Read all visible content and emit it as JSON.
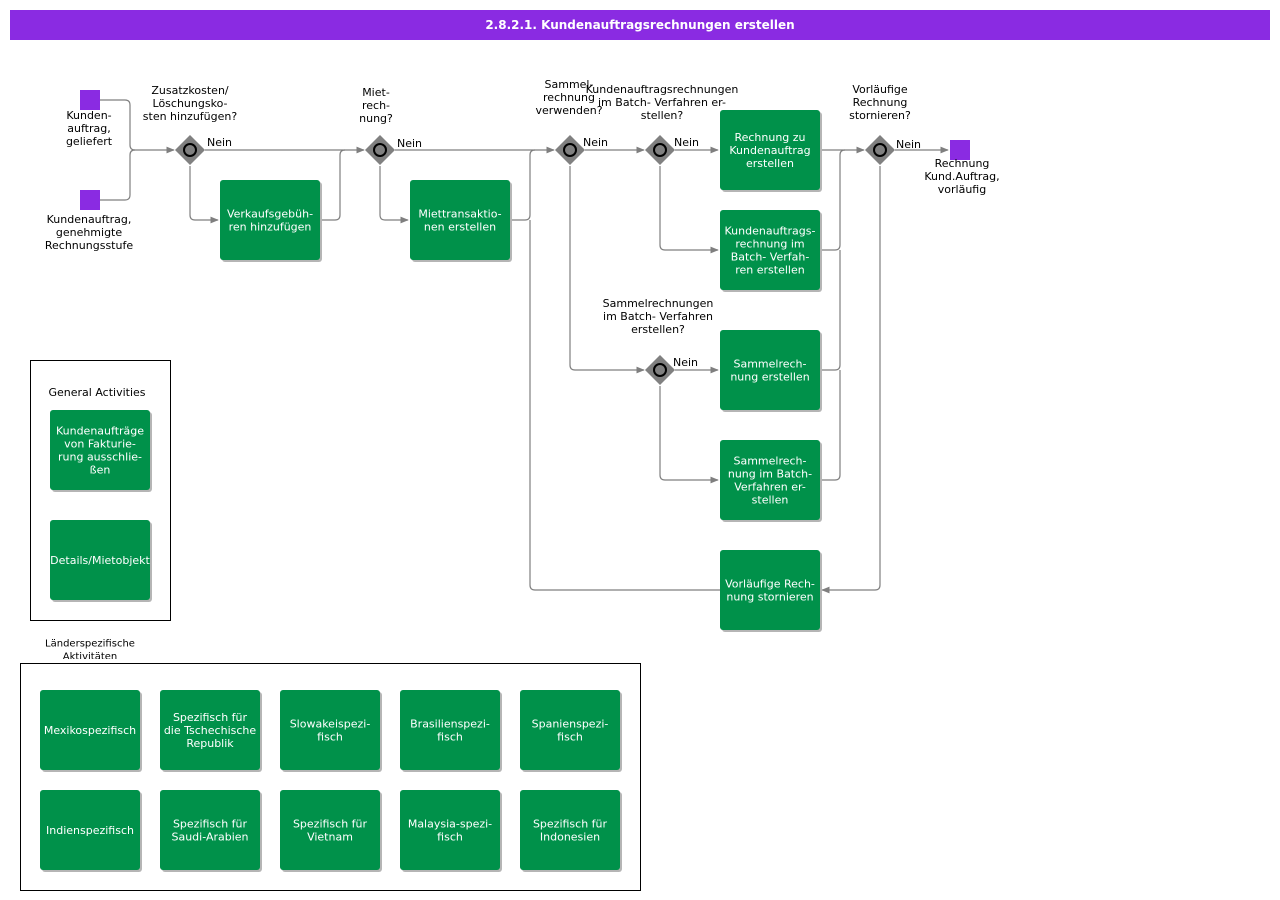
{
  "title": "2.8.2.1. Kundenauftragsrechnungen erstellen",
  "events": {
    "start1": "Kunden-|auftrag,|geliefert",
    "start2": "Kundenauftrag,|genehmigte|Rechnungsstufe",
    "end": "Rechnung|Kund.Auftrag,|vorläufig"
  },
  "gateways": {
    "g1": "Zusatzkosten/|Löschungsko-|sten hinzufügen?",
    "g2": "Miet-|rech-|nung?",
    "g3": "Sammel-|rechnung|verwenden?",
    "g4": "Kundenauftragsrechnungen|im Batch- Verfahren   er-|stellen?",
    "g5": "Sammelrechnungen|im Batch- Verfahren|erstellen?",
    "g6": "Vorläufige|Rechnung|stornieren?"
  },
  "flow_label": "Nein",
  "activities": {
    "a1": "Verkaufsgebüh-|ren hinzufügen",
    "a2": "Miettransaktio-|nen erstellen",
    "a3": "Rechnung zu|Kundenauftrag|erstellen",
    "a4": "Kundenauftrags-|rechnung  im|Batch- Verfah-|ren erstellen",
    "a5": "Sammelrech-|nung erstellen",
    "a6": "Sammelrech-|nung im Batch-|Verfahren er-|stellen",
    "a7": "Vorläufige Rech-|nung stornieren"
  },
  "general": {
    "title": "General Activities",
    "items": [
      "Kundenaufträge|von Fakturie-|rung ausschlie-|ßen",
      "Details/Mietobjekt"
    ]
  },
  "country": {
    "title": "Länderspezifische|Aktivitäten",
    "items": [
      "Mexikospezifisch",
      "Spezifisch für|die Tschechische|Republik",
      "Slowakeispezi-|fisch",
      "Brasilienspezi-|fisch",
      "Spanienspezi-|fisch",
      "Indienspezifisch",
      "Spezifisch für|Saudi-Arabien",
      "Spezifisch für|Vietnam",
      "Malaysia-spezi-|fisch",
      "Spezifisch für|Indonesien"
    ]
  },
  "colors": {
    "activity": "#00914a",
    "event": "#8a2be2",
    "title_bar": "#8a2be2",
    "gateway": "#808080"
  }
}
